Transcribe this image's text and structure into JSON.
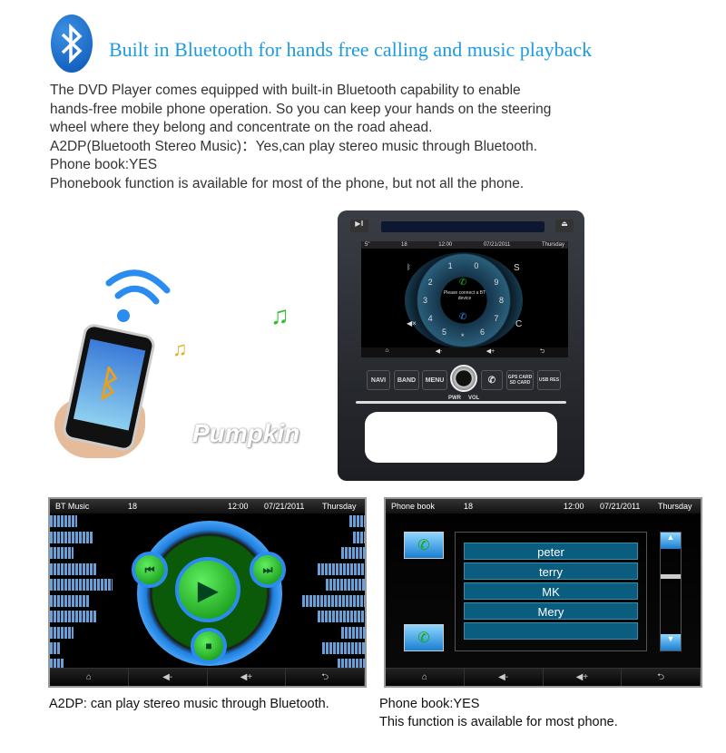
{
  "header": {
    "title": "Built in Bluetooth for hands free calling and music playback",
    "paragraphs": [
      "The DVD Player comes equipped with built-in Bluetooth capability to enable",
      "hands-free mobile phone operation. So you can keep your hands on the steering",
      "wheel where they belong and concentrate on the road ahead.",
      "A2DP(Bluetooth Stereo Music)：Yes,can play stereo music through Bluetooth.",
      "Phone book:YES",
      "Phonebook function is available for most of the phone, but not all the phone."
    ]
  },
  "watermark": "Pumpkin",
  "device": {
    "status": {
      "left": "5\"",
      "num": "18",
      "time": "12:00",
      "date": "07/21/2011",
      "day": "Thursday"
    },
    "dial_keys": [
      "1",
      "0",
      "2",
      "9",
      "3",
      "8",
      "4",
      "7",
      "5",
      "6",
      "*"
    ],
    "dial_message": "Please connect a BT device",
    "buttons": [
      "NAVI",
      "BAND",
      "MENU",
      "GPS CARD SD CARD",
      "USB RES"
    ],
    "knob_labels": [
      "PWR",
      "VOL"
    ]
  },
  "bt_music": {
    "title": "BT Music",
    "num": "18",
    "time": "12:00",
    "date": "07/21/2011",
    "day": "Thursday",
    "eq_left": [
      30,
      48,
      26,
      52,
      69,
      43,
      52,
      26,
      12,
      16
    ],
    "eq_right": [
      17,
      13,
      26,
      52,
      43,
      69,
      52,
      26,
      47,
      30
    ]
  },
  "phone_book": {
    "title": "Phone book",
    "num": "18",
    "time": "12:00",
    "date": "07/21/2011",
    "day": "Thursday",
    "contacts": [
      "peter",
      "terry",
      "MK",
      "Mery",
      ""
    ]
  },
  "bottom_bar": {
    "home": "⌂",
    "vol_down": "◀-",
    "vol_up": "◀+",
    "back": "⮌"
  },
  "captions": {
    "left": "A2DP: can play stereo music through Bluetooth.",
    "right_1": "Phone book:YES",
    "right_2": "This function is available for most phone."
  },
  "colors": {
    "title": "#1e9be0",
    "accent": "#2a8cf0",
    "green": "#1fb81f"
  }
}
